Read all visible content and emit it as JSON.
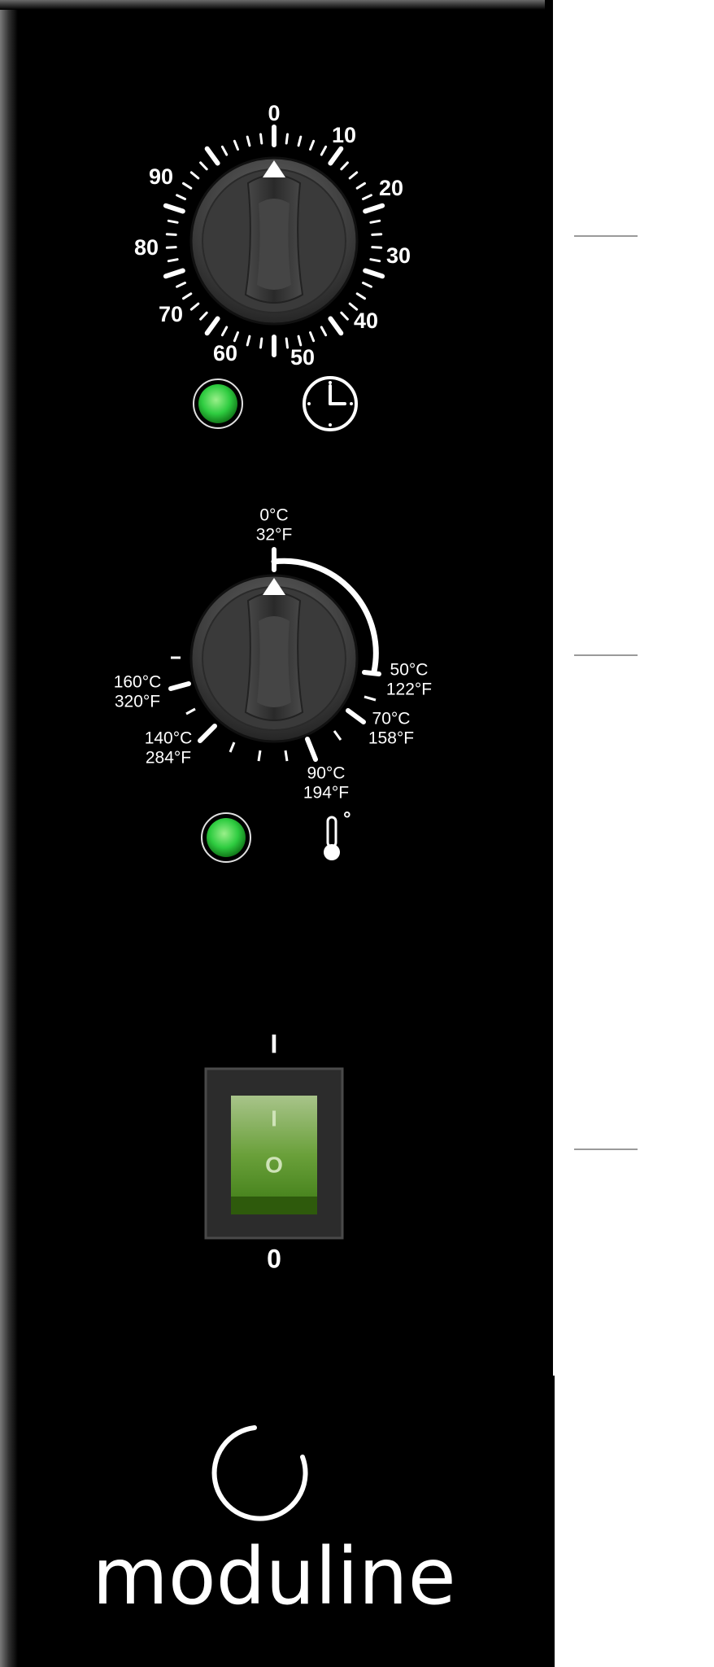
{
  "brand": {
    "name": "moduline"
  },
  "timer": {
    "scale": [
      "0",
      "10",
      "20",
      "30",
      "40",
      "50",
      "60",
      "70",
      "80",
      "90"
    ],
    "indicator_color": "#2ecc40",
    "icon": "clock-icon"
  },
  "thermostat": {
    "labels": [
      {
        "c": "0°C",
        "f": "32°F"
      },
      {
        "c": "50°C",
        "f": "122°F"
      },
      {
        "c": "70°C",
        "f": "158°F"
      },
      {
        "c": "90°C",
        "f": "194°F"
      },
      {
        "c": "140°C",
        "f": "284°F"
      },
      {
        "c": "160°C",
        "f": "320°F"
      }
    ],
    "indicator_color": "#2ecc40",
    "icon": "thermometer-icon",
    "degree_mark": "°"
  },
  "power_switch": {
    "on_label": "I",
    "off_label": "0",
    "rocker_top": "I",
    "rocker_bottom": "O",
    "color": "#5a9a2a"
  }
}
